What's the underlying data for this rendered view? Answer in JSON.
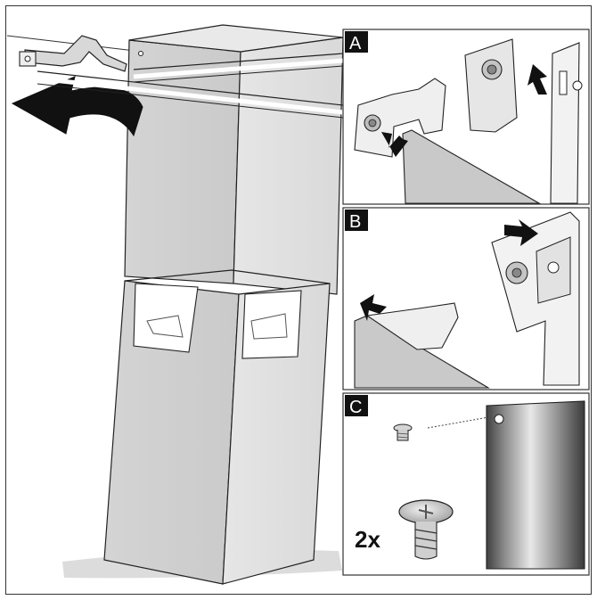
{
  "panels": {
    "a": {
      "letter": "A"
    },
    "b": {
      "letter": "B"
    },
    "c": {
      "letter": "C",
      "quantity": "2x"
    }
  },
  "colors": {
    "line": "#1a1a1a",
    "hood_light": "#e2e2e2",
    "hood_mid": "#d0d0d0",
    "hood_dark": "#b8b8b8",
    "badge": "#111111",
    "screw": "#c8c8c8"
  },
  "icons": [
    "rotate-arrow-icon",
    "push-arrow-icon",
    "screw-icon"
  ]
}
